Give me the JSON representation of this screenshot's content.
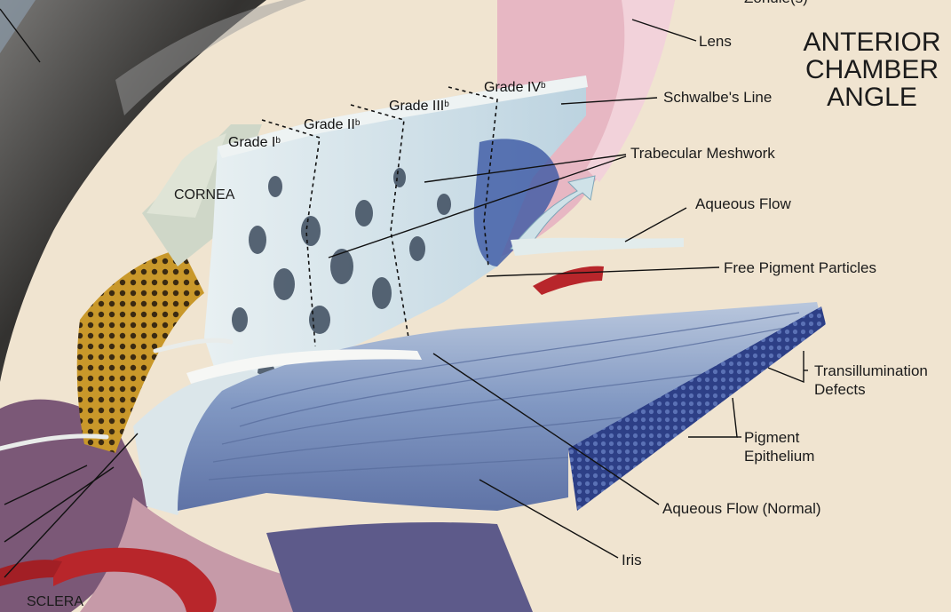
{
  "title": {
    "line1": "ANTERIOR",
    "line2": "CHAMBER",
    "line3": "ANGLE"
  },
  "partial_top_label": "Zonule(s)",
  "grades": [
    {
      "label": "Grade I",
      "sup": "b"
    },
    {
      "label": "Grade II",
      "sup": "b"
    },
    {
      "label": "Grade III",
      "sup": "b"
    },
    {
      "label": "Grade IV",
      "sup": "b"
    }
  ],
  "labels": {
    "lens": "Lens",
    "schwalbe": "Schwalbe's Line",
    "trabecular": "Trabecular Meshwork",
    "aqueous_flow": "Aqueous Flow",
    "free_pigment": "Free Pigment Particles",
    "transillumination_1": "Transillumination",
    "transillumination_2": "Defects",
    "pigment_1": "Pigment",
    "pigment_2": "Epithelium",
    "aqueous_normal": "Aqueous Flow (Normal)",
    "iris": "Iris",
    "cornea": "CORNEA",
    "sclera": "SCLERA"
  },
  "colors": {
    "background": "#f0e4d0",
    "lens_pink": "#e7b7c3",
    "meshwork": "#c9dde6",
    "iris_blue": "#6f86b4",
    "pigment_dark": "#2d3f86",
    "vessel_red": "#b8262b",
    "ciliary_gold": "#c9982a"
  }
}
